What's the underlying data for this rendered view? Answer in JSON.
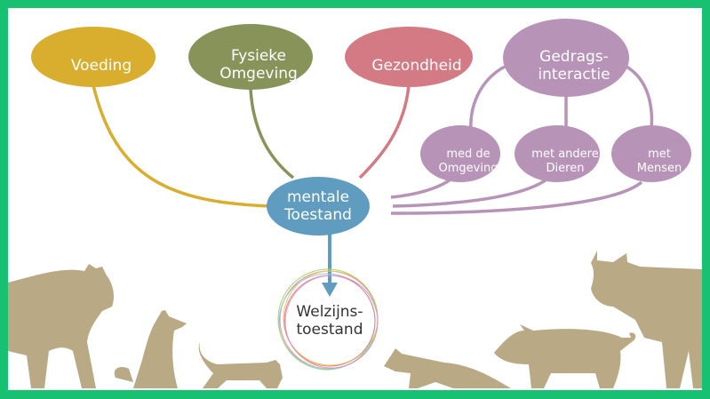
{
  "colors": {
    "border": "#18c072",
    "voeding": "#d9ae2e",
    "fysieke_omgeving": "#879359",
    "gezondheid": "#d47a84",
    "gedrag": "#b893b8",
    "mentale": "#5f9cc0",
    "animals": "#b9aa85"
  },
  "nodes": {
    "voeding": "Voeding",
    "fysieke_omgeving": "Fysieke\nOmgeving",
    "gezondheid": "Gezondheid",
    "gedrag": "Gedrags-\ninteractie",
    "sub_omgeving": "med de\nOmgeving",
    "sub_dieren": "met andere\nDieren",
    "sub_mensen": "met\nMensen",
    "mentale": "mentale\nToestand",
    "welzijn": "Welzijns-\ntoestand"
  },
  "animals": [
    "tiger",
    "dog",
    "cat",
    "fox",
    "pig",
    "cow"
  ]
}
